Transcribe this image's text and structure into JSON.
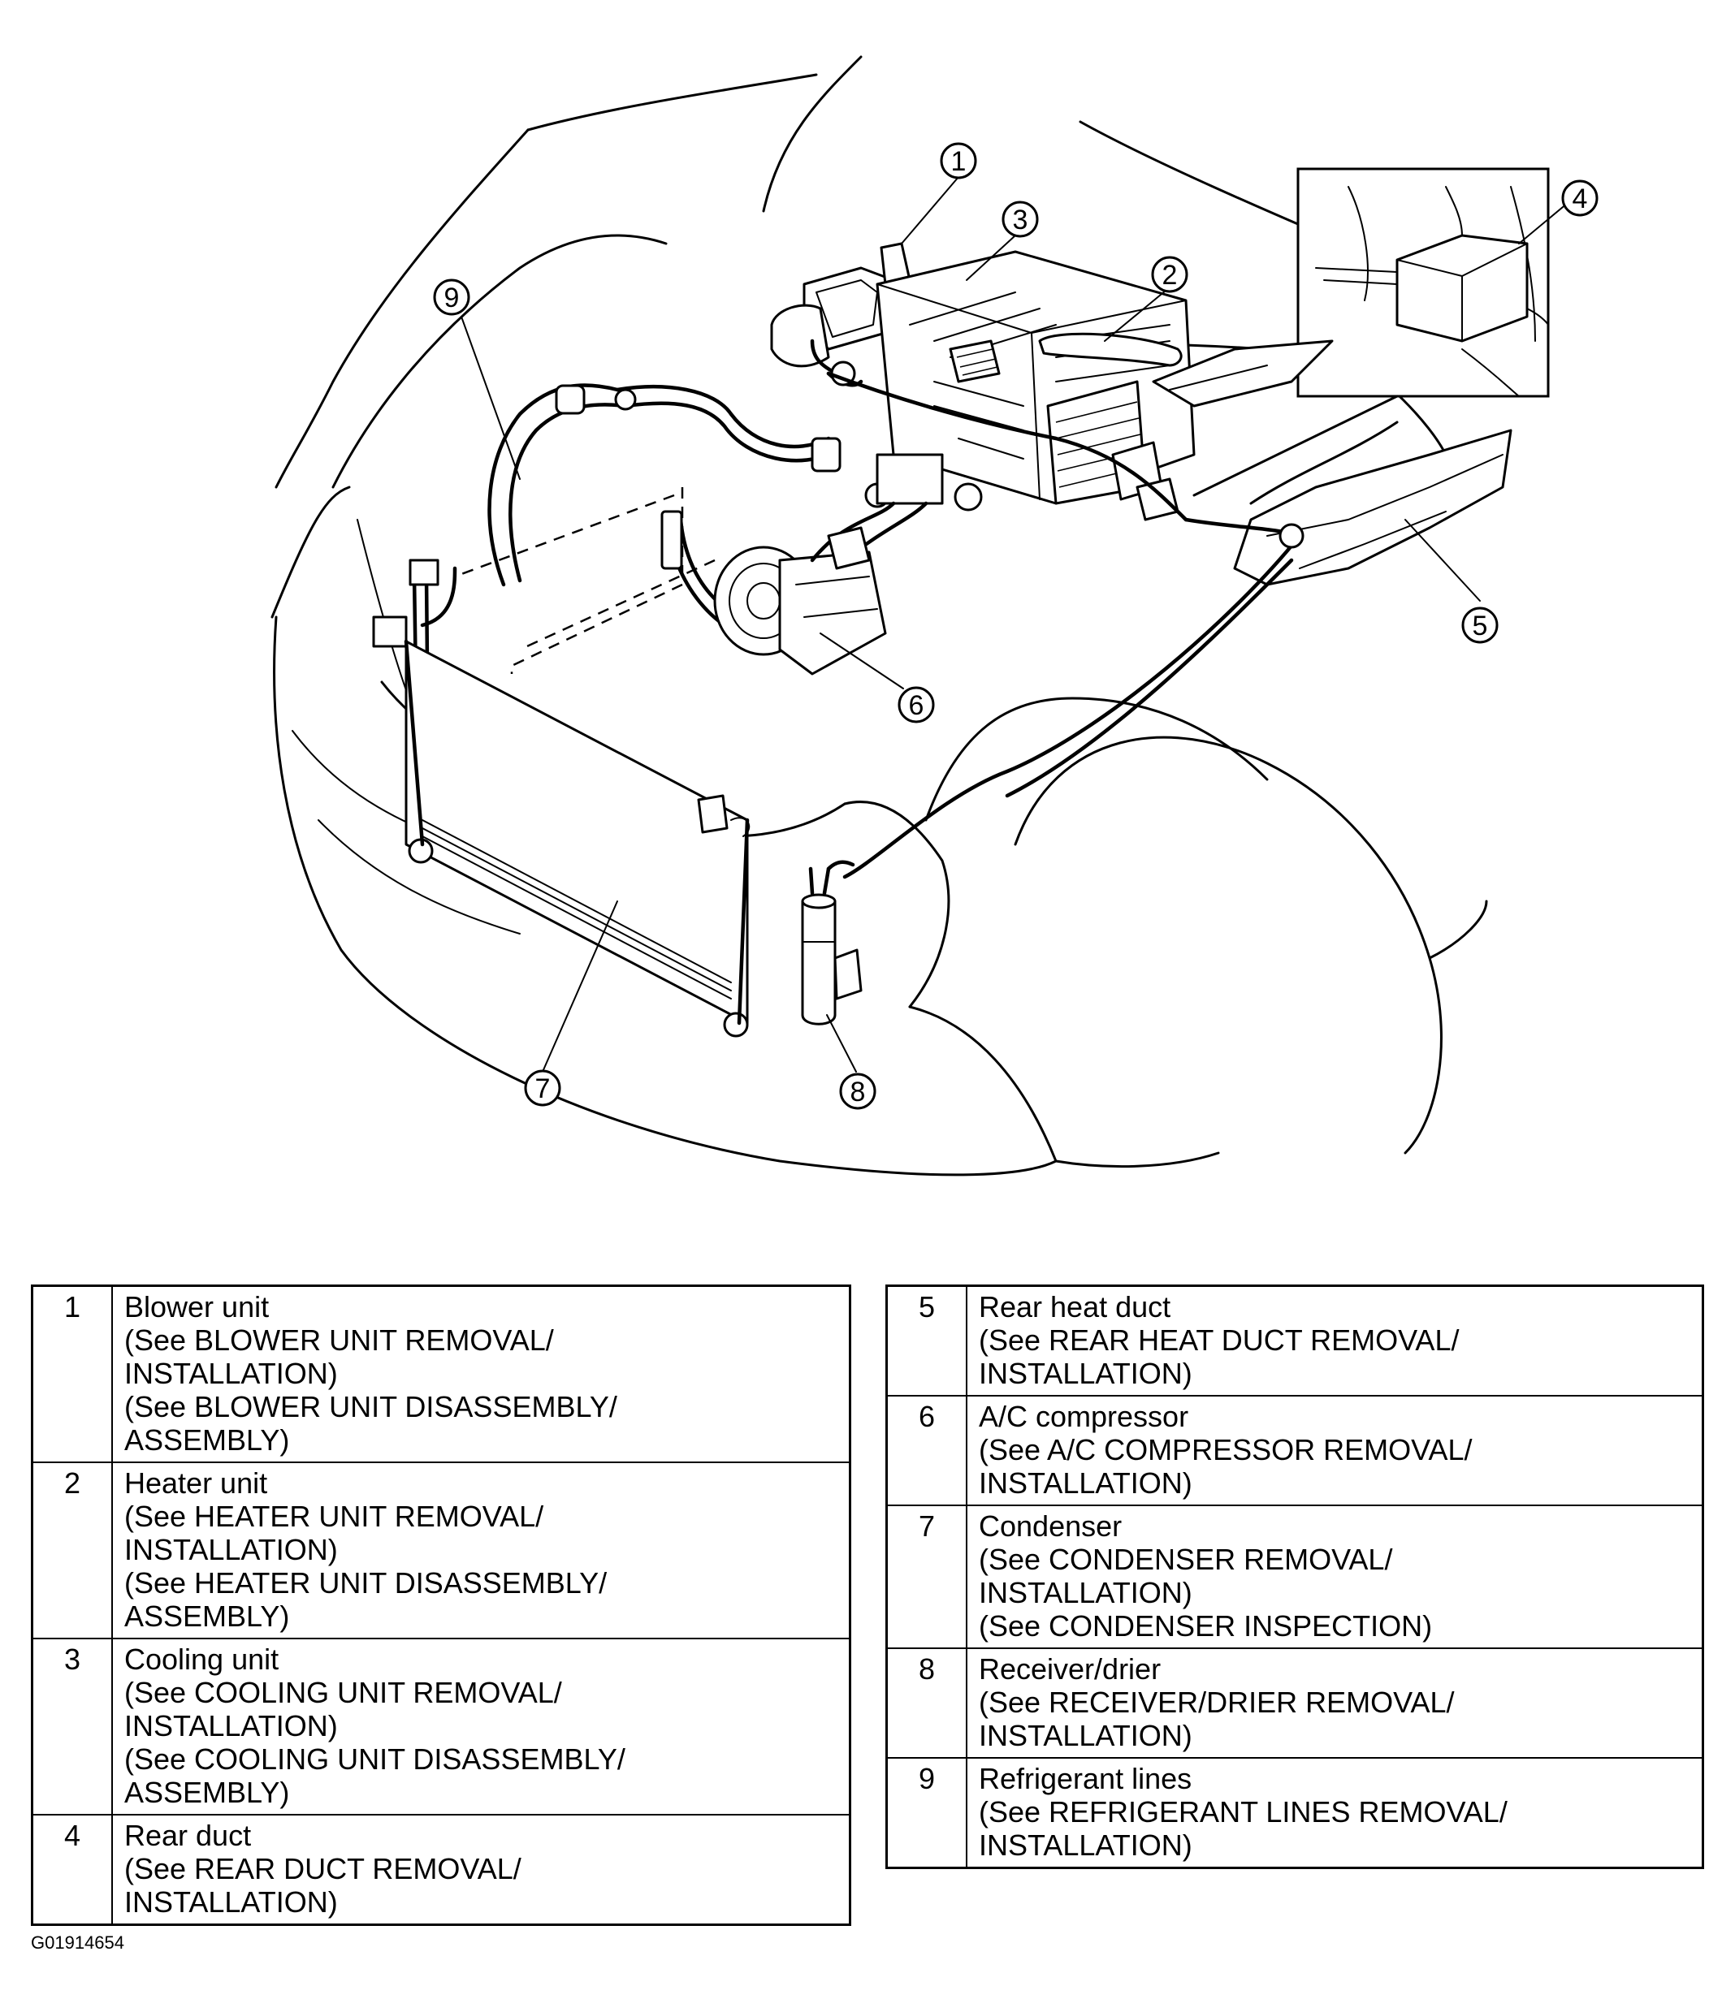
{
  "figure_id": "G01914654",
  "callouts": [
    "1",
    "2",
    "3",
    "4",
    "5",
    "6",
    "7",
    "8",
    "9"
  ],
  "legend": {
    "left": [
      {
        "num": "1",
        "lines": [
          "Blower unit",
          "(See BLOWER UNIT REMOVAL/",
          "INSTALLATION)",
          "(See BLOWER UNIT DISASSEMBLY/",
          "ASSEMBLY)"
        ]
      },
      {
        "num": "2",
        "lines": [
          "Heater unit",
          "(See HEATER UNIT REMOVAL/",
          "INSTALLATION)",
          "(See HEATER UNIT DISASSEMBLY/",
          "ASSEMBLY)"
        ]
      },
      {
        "num": "3",
        "lines": [
          "Cooling unit",
          "(See COOLING UNIT REMOVAL/",
          "INSTALLATION)",
          "(See COOLING UNIT DISASSEMBLY/",
          "ASSEMBLY)"
        ]
      },
      {
        "num": "4",
        "lines": [
          "Rear duct",
          "(See REAR DUCT REMOVAL/",
          "INSTALLATION)"
        ]
      }
    ],
    "right": [
      {
        "num": "5",
        "lines": [
          "Rear heat duct",
          "(See REAR HEAT DUCT REMOVAL/",
          "INSTALLATION)"
        ]
      },
      {
        "num": "6",
        "lines": [
          "A/C compressor",
          "(See A/C COMPRESSOR REMOVAL/",
          "INSTALLATION)"
        ]
      },
      {
        "num": "7",
        "lines": [
          "Condenser",
          "(See CONDENSER REMOVAL/",
          "INSTALLATION)",
          "(See CONDENSER INSPECTION)"
        ]
      },
      {
        "num": "8",
        "lines": [
          "Receiver/drier",
          "(See RECEIVER/DRIER REMOVAL/",
          "INSTALLATION)"
        ]
      },
      {
        "num": "9",
        "lines": [
          "Refrigerant lines",
          "(See REFRIGERANT LINES REMOVAL/",
          "INSTALLATION)"
        ]
      }
    ]
  }
}
